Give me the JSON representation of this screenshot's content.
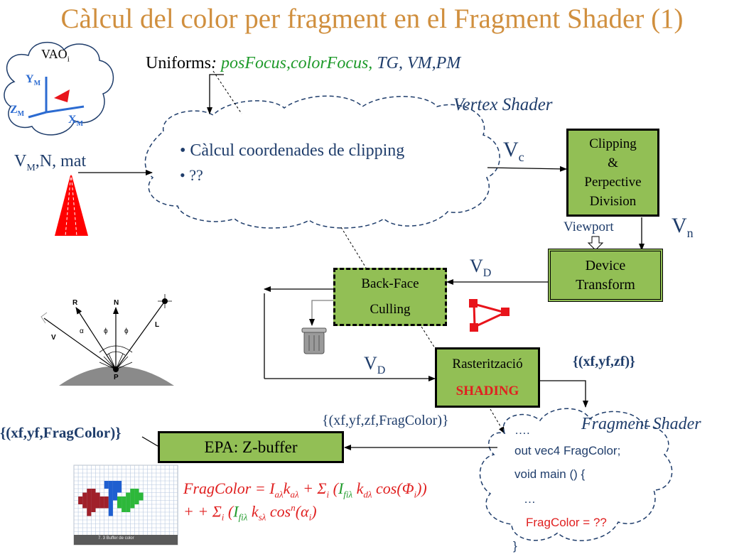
{
  "title": "Càlcul del color per fragment en el Fragment Shader (1)",
  "colors": {
    "title": "#d08f3e",
    "box_fill": "#92bf55",
    "navy": "#1f3d6b",
    "green_text": "#1e9a2a",
    "red": "#e02020"
  },
  "model": {
    "vao": "VAO",
    "vao_sub": "i",
    "axis_y": "Y",
    "axis_z": "Z",
    "axis_x": "X",
    "axis_sub": "M",
    "input_v": "V",
    "input_sub": "M",
    "input_rest": ",N, mat"
  },
  "uniforms": {
    "label": "Uniforms",
    "colon": ":",
    "values": " posFocus,colorFocus,",
    "rest": " TG, VM,PM"
  },
  "vertex_shader": {
    "label": "Vertex Shader",
    "bullet1": "• Càlcul coordenades de clipping",
    "bullet2": "• ??"
  },
  "vc": {
    "v": "V",
    "sub": "c"
  },
  "vn": {
    "v": "V",
    "sub": "n"
  },
  "vd1": {
    "v": "V",
    "sub": "D"
  },
  "vd2": {
    "v": "V",
    "sub": "D"
  },
  "clipping_box": {
    "line1": "Clipping",
    "line2": "&",
    "line3": "Perpective",
    "line4": "Division"
  },
  "viewport_label": "Viewport",
  "device_box": {
    "line1": "Device",
    "line2": "Transform"
  },
  "backface_box": {
    "line1": "Back-Face",
    "line2": "Culling"
  },
  "raster_box": {
    "line1": "Rasterització",
    "line2": "SHADING"
  },
  "raster_out": "{(xf,yf,zf)}",
  "frag_in": "{(xf,yf,zf,FragColor)}",
  "fragment_shader": {
    "label": "Fragment Shader",
    "code1": "….",
    "code2": "out vec4 FragColor;",
    "code3": "void main () {",
    "code4": "…",
    "code5": "FragColor  =  ??",
    "code6": "}"
  },
  "epa_box": {
    "label": "EPA:  Z-buffer"
  },
  "epa_out": "{(xf,yf,FragColor)}",
  "formula": {
    "line1_a": "FragColor = ",
    "I": "I",
    "a_lambda": "aλ",
    "k": "k",
    "plus_sigma": " + Σ",
    "i": "i",
    "paren_open": " (",
    "f_lambda": "fiλ",
    "d_lambda": "dλ",
    "cos": " cos(Φ",
    "close": "))",
    "s_lambda": "sλ",
    "cos_n": " cos",
    "n": "n",
    "alpha": "(α",
    "close2": ")"
  },
  "lighting": {
    "R": "R",
    "N": "N",
    "V": "V",
    "L": "L",
    "P": "P",
    "alpha": "α",
    "phi1": "ϕ",
    "phi2": "ϕ"
  },
  "zbuffer_caption": "7. 3 Buffer de color"
}
